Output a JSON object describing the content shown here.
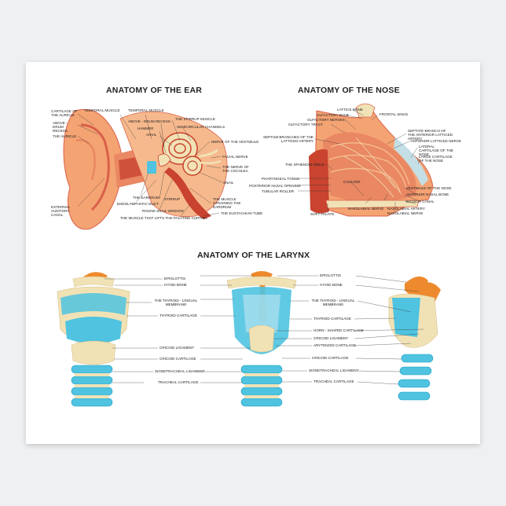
{
  "titles": {
    "ear": "ANATOMY OF THE EAR",
    "nose": "ANATOMY OF THE NOSE",
    "larynx": "ANATOMY OF THE LARYNX"
  },
  "ear": {
    "cartilage_auricle": "CARTILAGE OF THE AURICLE",
    "above_drum_recess_l": "ABOVE - DRUM RECESS",
    "the_auricle": "THE AURICLE",
    "external_canal": "EXTERNAL AUDITORY CANAL",
    "temporal_muscle_1": "TEMPORAL MUSCLE",
    "temporal_muscle_2": "TEMPORAL MUSCLE",
    "above_drum_recess": "ABOVE - DRUM RECESS",
    "hammer": "HAMMER",
    "anvil": "ANVIL",
    "stirrup_muscle": "THE STIRRUP MUSCLE",
    "semicircular": "SEMICIRCULAR CHANNELS",
    "nerve_vestibule": "NERVE OF THE VESTIBULE",
    "facial_nerve": "FACIAL NERVE",
    "nerve_cochlea": "THE NERVE OF THE COCHLEA",
    "snail": "SNAIL",
    "eardrum": "THE EARDRUM",
    "endolymphatic": "ENDOLYMPHATIC DUCT",
    "stirrup": "STIRRUP",
    "round_window": "ROUND SNAIL WINDOW",
    "muscle_palatine": "THE MUSCLE THAT LIFTS THE PALATINE CURTAIN",
    "muscle_straining": "THE MUSCLE STRAINING THE EARDRUM",
    "eustachian": "THE EUSTACHIAN TUBE"
  },
  "nose": {
    "lattice_bone": "LATTICE BONE",
    "olfactory_bulb": "OLFACTORY BULB",
    "olfactory_nerves": "OLFACTORY NERVES",
    "olfactory_tract": "OLFACTORY TRACT",
    "frontal_sinus": "FRONTAL SINUS",
    "septum_branches": "SEPTUM BRANCHES OF THE LATTICED ARTERY",
    "septate_branch": "SEPTATE BRANCH OF THE ANTERIOR LATTICED ARTERY",
    "anterior_lattice_nerve": "ANTERIOR LATTICED NERVE",
    "lateral_cartilage": "LATERAL CARTILAGE OF THE NOSE",
    "large_cartilage": "LARGE CARTILAGE OF THE NOSE",
    "sphenoid_sinus": "THE SPHENOID SINUS",
    "pharyngeal_tonsil": "PHARYNGEAL TONSIL",
    "posterior_nasal": "POSTERIOR NASAL OPENING",
    "tubular_roller": "TUBULAR ROLLER",
    "soft_palate": "SOFT PALATE",
    "coulter": "COULTER",
    "nasolabial_nerve": "NASOLABIAL NERVE",
    "nasolabial_artery": "NASOLABIAL ARTERY",
    "nasolabial_nerve2": "NASOLABIAL NERVE",
    "vestibule_nose": "VESTIBULE OF THE NOSE",
    "anterior_nasal_bone": "ANTERIOR NASAL BONE",
    "incisor_canal": "INCISOR CANAL"
  },
  "larynx_left": {
    "epiglottis": "EPIGLOTTIS",
    "hyoid": "HYOID BONE",
    "thyroid_lingual": "THE THYROID - LINGUAL MEMBRANE",
    "thyroid_cart": "THYROID CARTILAGE",
    "cricoid_lig": "CRICOID LIGAMENT",
    "cricoid_cart": "CRICOID CARTILAGE",
    "signetracheal": "SIGNETRACHEAL LIGAMENT",
    "tracheal": "TRACHEAL CARTILAGE"
  },
  "larynx_right": {
    "epiglottis": "EPIGLOTTIS",
    "hyoid": "HYOID BONE",
    "thyroid_lingual": "THE THYROID - LINGUAL MEMBRANE",
    "thyroid_cart": "THYROID CARTILAGE",
    "horn_shaped": "HORN - SHAPED CARTILAGE",
    "cricoid_lig": "CRICOID LIGAMENT",
    "arytenoid": "ARYTENOID CARTILAGE",
    "cricoid_cart": "CRICOID CARTILAGE",
    "signetracheal": "SIGNETRACHEAL LIGAMENT",
    "tracheal": "TRACHEAL CARTILAGE"
  },
  "colors": {
    "skin": "#f4a373",
    "skin_dark": "#d9604a",
    "bone": "#f1e2b6",
    "cyan": "#4fc3e0",
    "cyan_dark": "#1f9cc4",
    "orange": "#ee8a2e",
    "red": "#c9432f"
  }
}
